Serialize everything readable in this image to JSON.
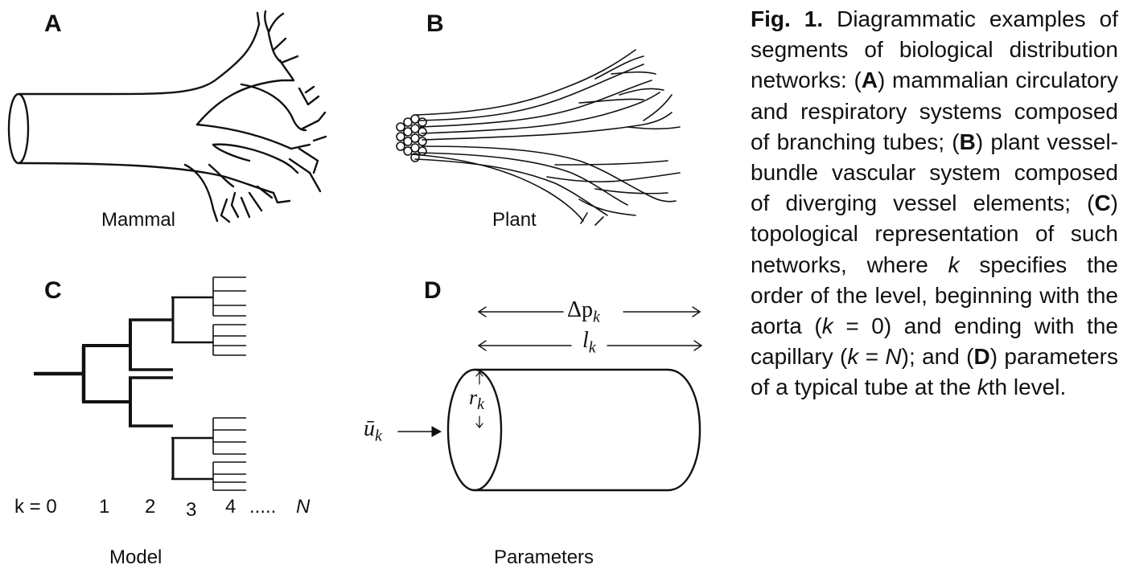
{
  "panels": {
    "a": {
      "letter": "A",
      "label": "Mammal"
    },
    "b": {
      "letter": "B",
      "label": "Plant"
    },
    "c": {
      "letter": "C",
      "label": "Model"
    },
    "d": {
      "letter": "D",
      "label": "Parameters"
    }
  },
  "levels": {
    "k0": "k = 0",
    "l1": "1",
    "l2": "2",
    "l3": "3",
    "l4": "4",
    "dots": ".....",
    "lN": "N"
  },
  "tube": {
    "pressure_symbol": "Δp",
    "length_symbol": "l",
    "radius_symbol": "r",
    "velocity_symbol": "ū",
    "subscript": "k"
  },
  "caption": {
    "prefix": "Fig. 1.",
    "t1": " Diagrammatic examples of segments of biological distribution networks: (",
    "A": "A",
    "t2": ") mammalian circulatory and respiratory systems composed of branching tubes; (",
    "B": "B",
    "t3": ") plant vessel-bundle vascular system composed of diverging vessel elements; (",
    "C": "C",
    "t4": ") topological representation of such networks, where ",
    "k1": "k",
    "t5": " specifies the order of the level, beginning with the aorta (",
    "k2": "k",
    "t6": " = 0) and ending with the capillary (",
    "k3": "k",
    "t7": " = ",
    "N": "N",
    "t8": "); and (",
    "D": "D",
    "t9": ") parameters of a typical tube at the ",
    "k4": "k",
    "t10": "th level."
  }
}
